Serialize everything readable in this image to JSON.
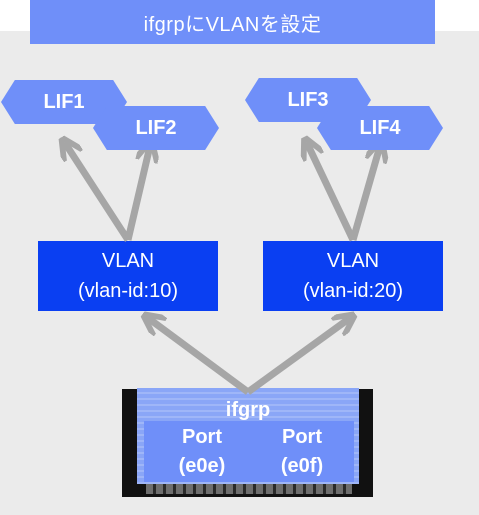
{
  "title": "ifgrpにVLANを設定",
  "lifs": [
    {
      "label": "LIF1"
    },
    {
      "label": "LIF2"
    },
    {
      "label": "LIF3"
    },
    {
      "label": "LIF4"
    }
  ],
  "vlans": [
    {
      "name": "VLAN",
      "id_label": "(vlan-id:10)"
    },
    {
      "name": "VLAN",
      "id_label": "(vlan-id:20)"
    }
  ],
  "ifgrp": {
    "label": "ifgrp",
    "ports": [
      {
        "name": "Port",
        "id": "(e0e)"
      },
      {
        "name": "Port",
        "id": "(e0f)"
      }
    ]
  },
  "colors": {
    "title_bg": "#6f8ff9",
    "lif_bg": "#6f8ff9",
    "vlan_bg": "#0a3ff2",
    "arrow": "#a6a6a6",
    "panel_bg": "#ebebeb"
  }
}
